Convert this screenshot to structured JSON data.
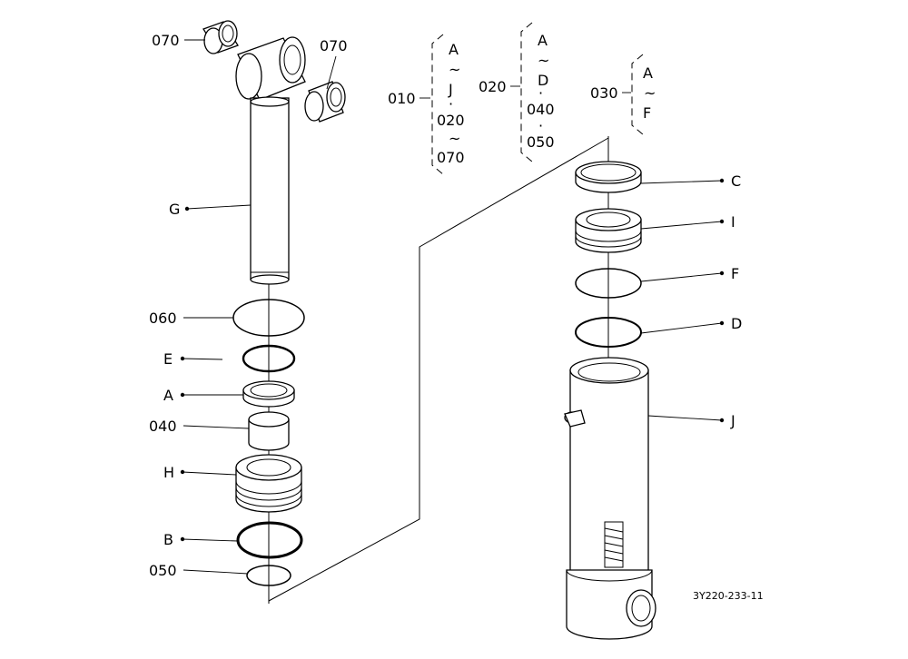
{
  "drawing_code": "3Y220-233-11",
  "labels": {
    "p070_a": "070",
    "p070_b": "070",
    "G": "G",
    "p060": "060",
    "E": "E",
    "A": "A",
    "p040": "040",
    "H": "H",
    "B": "B",
    "p050": "050",
    "C": "C",
    "I": "I",
    "F": "F",
    "D": "D",
    "J": "J"
  },
  "groups": {
    "g010": {
      "ref": "010",
      "lines": [
        "A",
        "~",
        "J",
        "·",
        "020",
        "~",
        "070"
      ]
    },
    "g020": {
      "ref": "020",
      "lines": [
        "A",
        "~",
        "D",
        "·",
        "040",
        "·",
        "050"
      ]
    },
    "g030": {
      "ref": "030",
      "lines": [
        "A",
        "~",
        "F"
      ]
    }
  }
}
